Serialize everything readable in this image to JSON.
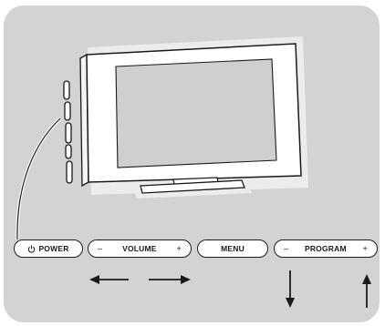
{
  "buttons": {
    "power": {
      "label": "POWER",
      "icon": "power-icon"
    },
    "volume": {
      "minus": "–",
      "label": "VOLUME",
      "plus": "+"
    },
    "menu": {
      "label": "MENU"
    },
    "program": {
      "minus": "–",
      "label": "PROGRAM",
      "plus": "+"
    }
  },
  "colors": {
    "panel": "#d3d3d3",
    "tv_frame": "#ffffff",
    "tv_screen": "#cfcfcf",
    "ink": "#1a1a1a"
  },
  "icons": {
    "volume_arrows": [
      "arrow-left-icon",
      "arrow-right-icon"
    ],
    "program_arrows": [
      "arrow-down-icon",
      "arrow-up-icon"
    ]
  }
}
